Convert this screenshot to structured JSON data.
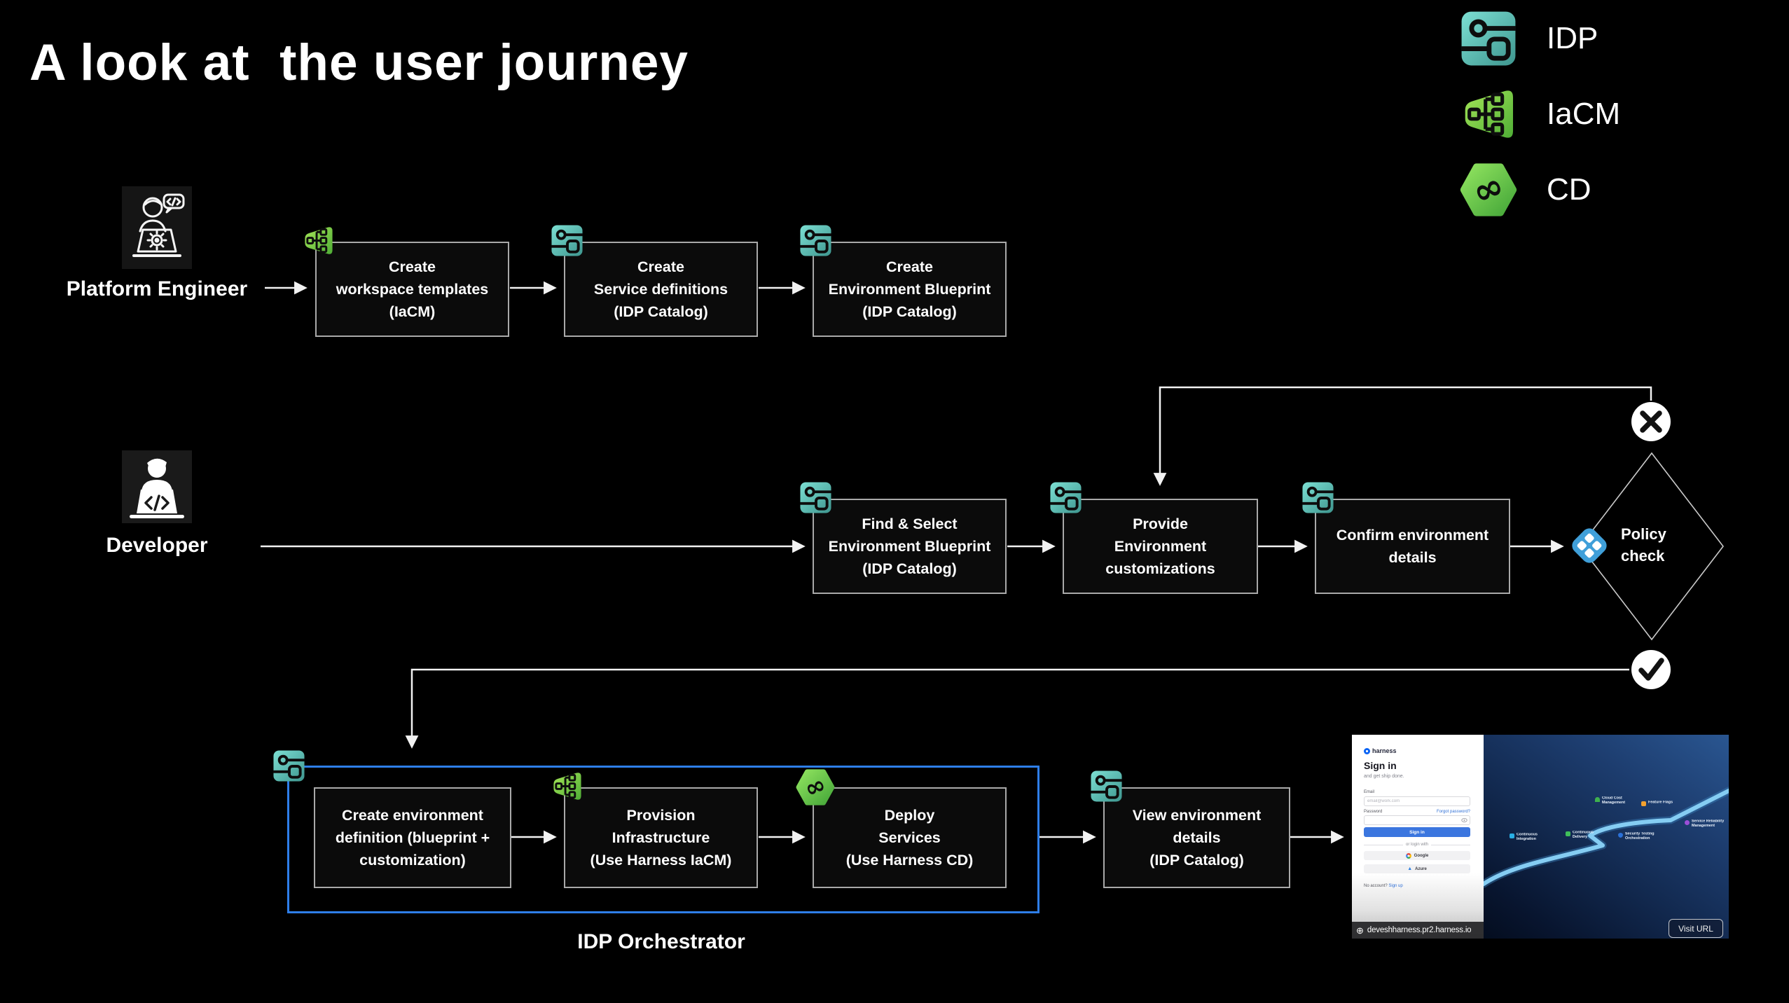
{
  "title": "A look at  the user journey",
  "legend": {
    "items": [
      {
        "icon": "idp-icon",
        "label": "IDP"
      },
      {
        "icon": "iacm-icon",
        "label": "IaCM"
      },
      {
        "icon": "cd-icon",
        "label": "CD"
      }
    ]
  },
  "flow": {
    "platform_engineer_row": {
      "actor": "Platform Engineer",
      "steps": [
        {
          "icon": "iacm-icon",
          "label": "Create\nworkspace templates\n(IaCM)"
        },
        {
          "icon": "idp-icon",
          "label": "Create\nService definitions\n(IDP Catalog)"
        },
        {
          "icon": "idp-icon",
          "label": "Create\nEnvironment Blueprint\n(IDP Catalog)"
        }
      ]
    },
    "developer_row": {
      "actor": "Developer",
      "steps": [
        {
          "icon": "idp-icon",
          "label": "Find & Select\nEnvironment Blueprint\n(IDP Catalog)"
        },
        {
          "icon": "idp-icon",
          "label": "Provide\nEnvironment\ncustomizations"
        },
        {
          "icon": "idp-icon",
          "label": "Confirm environment\ndetails"
        }
      ],
      "decision": {
        "label": "Policy\ncheck",
        "fail": "x-circle",
        "pass": "check-circle"
      }
    },
    "orchestrator_row": {
      "container_label": "IDP Orchestrator",
      "container_icon": "idp-icon",
      "steps": [
        {
          "icon": null,
          "label": "Create environment\ndefinition (blueprint +\ncustomization)"
        },
        {
          "icon": "iacm-icon",
          "label": "Provision\nInfrastructure\n(Use Harness IaCM)"
        },
        {
          "icon": "cd-icon",
          "label": "Deploy\nServices\n(Use Harness CD)"
        }
      ],
      "view_step": {
        "icon": "idp-icon",
        "label": "View environment\ndetails\n(IDP Catalog)"
      }
    }
  },
  "screenshot": {
    "signin": {
      "logo_text": "harness",
      "heading": "Sign in",
      "subheading": "and get ship done.",
      "email_label": "Email",
      "email_placeholder": "email@work.com",
      "password_label": "Password",
      "forgot_link": "Forgot password?",
      "signin_button": "Sign in",
      "divider": "or login with",
      "google_button": "Google",
      "azure_button": "Azure",
      "no_account": "No account?",
      "signup_link": "Sign up"
    },
    "journey": {
      "products": [
        {
          "name": "Continuous\nIntegration",
          "color": "#29aee3"
        },
        {
          "name": "Continuous\nDelivery",
          "color": "#3fbf5a"
        },
        {
          "name": "Cloud Cost\nManagement",
          "color": "#3fb14e"
        },
        {
          "name": "Feature Flags",
          "color": "#f3a12f"
        },
        {
          "name": "Security Testing\nOrchestration",
          "color": "#2b71d8"
        },
        {
          "name": "Service Reliability\nManagement",
          "color": "#9c4fd8"
        }
      ]
    },
    "url_bar": {
      "url": "deveshharness.pr2.harness.io"
    },
    "visit_button": "Visit URL"
  },
  "colors": {
    "idp_teal": "#5cc6ba",
    "iacm_green": "#7ed13f",
    "cd_green": "#63c94b",
    "policy_blue": "#3f9fd9",
    "orchestrator_border": "#2e7ee8",
    "signin_button_blue": "#3b76df",
    "road_blue": "#85cdf3"
  }
}
